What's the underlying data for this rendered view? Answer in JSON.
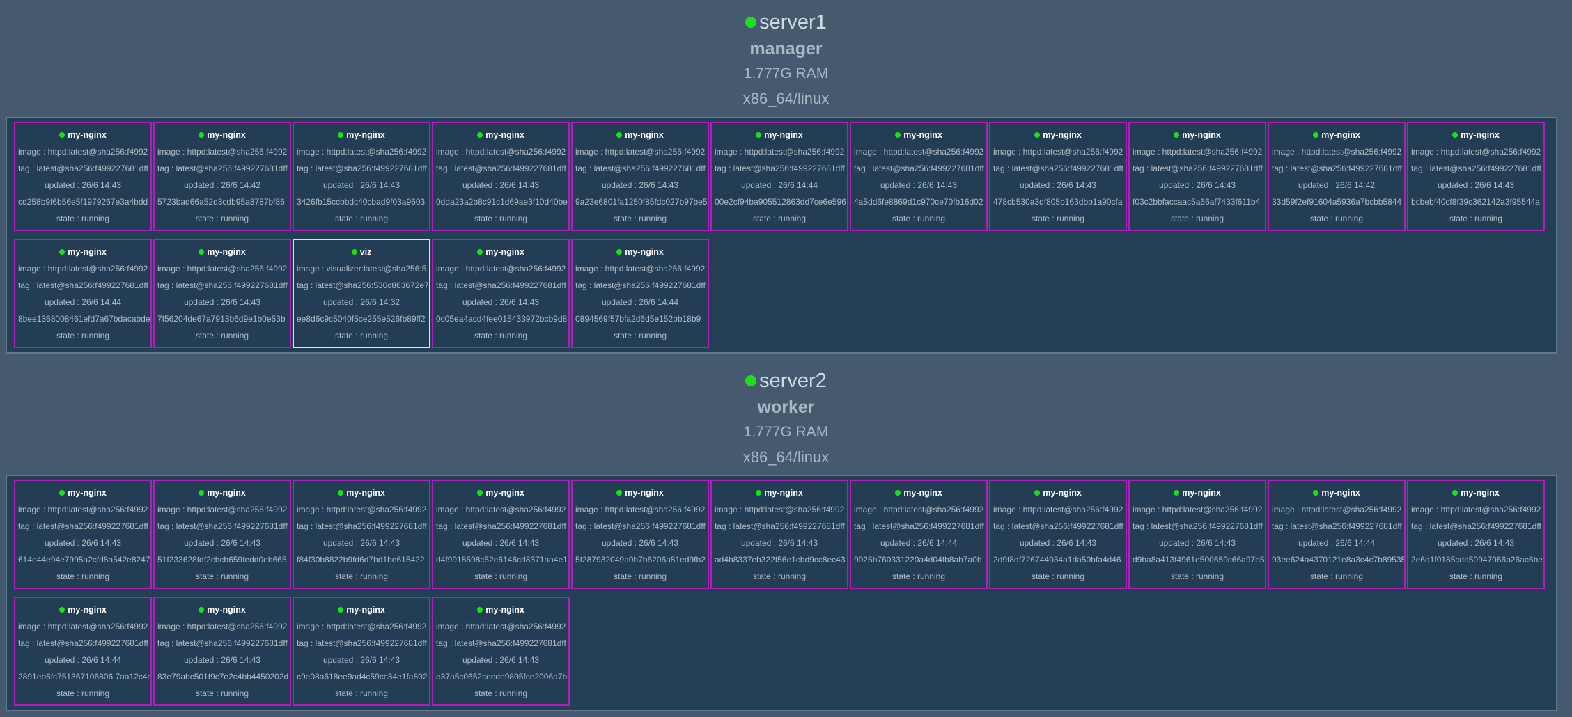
{
  "nodes": [
    {
      "name": "server1",
      "role": "manager",
      "ram": "1.777G RAM",
      "platform": "x86_64/linux",
      "status_color": "#19e219",
      "tasks": [
        {
          "service": "my-nginx",
          "image": "image : httpd:latest@sha256:f4992",
          "tag": "tag : latest@sha256:f499227681dff",
          "updated": "updated : 26/6 14:43",
          "id": "cd258b9f6b56e5f1979267e3a4bdd",
          "state": "state : running"
        },
        {
          "service": "my-nginx",
          "image": "image : httpd:latest@sha256:f4992",
          "tag": "tag : latest@sha256:f499227681dff",
          "updated": "updated : 26/6 14:42",
          "id": "5723bad66a52d3cdb95a8787bf86",
          "state": "state : running"
        },
        {
          "service": "my-nginx",
          "image": "image : httpd:latest@sha256:f4992",
          "tag": "tag : latest@sha256:f499227681dff",
          "updated": "updated : 26/6 14:43",
          "id": "3426fb15ccbbdc40cbad9f03a9603",
          "state": "state : running"
        },
        {
          "service": "my-nginx",
          "image": "image : httpd:latest@sha256:f4992",
          "tag": "tag : latest@sha256:f499227681dff",
          "updated": "updated : 26/6 14:43",
          "id": "0dda23a2b8c91c1d69ae3f10d40be",
          "state": "state : running"
        },
        {
          "service": "my-nginx",
          "image": "image : httpd:latest@sha256:f4992",
          "tag": "tag : latest@sha256:f499227681dff",
          "updated": "updated : 26/6 14:43",
          "id": "9a23e6801fa1250f85fdc027b97be5",
          "state": "state : running"
        },
        {
          "service": "my-nginx",
          "image": "image : httpd:latest@sha256:f4992",
          "tag": "tag : latest@sha256:f499227681dff",
          "updated": "updated : 26/6 14:44",
          "id": "00e2cf94ba905512863dd7ce6e596",
          "state": "state : running"
        },
        {
          "service": "my-nginx",
          "image": "image : httpd:latest@sha256:f4992",
          "tag": "tag : latest@sha256:f499227681dff",
          "updated": "updated : 26/6 14:43",
          "id": "4a5dd6fe8869d1c970ce70fb16d02",
          "state": "state : running"
        },
        {
          "service": "my-nginx",
          "image": "image : httpd:latest@sha256:f4992",
          "tag": "tag : latest@sha256:f499227681dff",
          "updated": "updated : 26/6 14:43",
          "id": "478cb530a3df805b163dbb1a90cfa",
          "state": "state : running"
        },
        {
          "service": "my-nginx",
          "image": "image : httpd:latest@sha256:f4992",
          "tag": "tag : latest@sha256:f499227681dff",
          "updated": "updated : 26/6 14:43",
          "id": "f03c2bbfaccaac5a66af7433f611b4",
          "state": "state : running"
        },
        {
          "service": "my-nginx",
          "image": "image : httpd:latest@sha256:f4992",
          "tag": "tag : latest@sha256:f499227681dff",
          "updated": "updated : 26/6 14:42",
          "id": "33d59f2ef91604a5936a7bcbb5844",
          "state": "state : running"
        },
        {
          "service": "my-nginx",
          "image": "image : httpd:latest@sha256:f4992",
          "tag": "tag : latest@sha256:f499227681dff",
          "updated": "updated : 26/6 14:43",
          "id": "bcbebf40cf8f39c362142a3f95544a",
          "state": "state : running"
        },
        {
          "service": "my-nginx",
          "image": "image : httpd:latest@sha256:f4992",
          "tag": "tag : latest@sha256:f499227681dff",
          "updated": "updated : 26/6 14:44",
          "id": "8bee1368008461efd7a67bdacabde",
          "state": "state : running"
        },
        {
          "service": "my-nginx",
          "image": "image : httpd:latest@sha256:f4992",
          "tag": "tag : latest@sha256:f499227681dff",
          "updated": "updated : 26/6 14:43",
          "id": "7f56204de67a7913b6d9e1b0e53b",
          "state": "state : running"
        },
        {
          "service": "viz",
          "image": "image : visualizer:latest@sha256:5",
          "tag": "tag : latest@sha256:530c863672e7",
          "updated": "updated : 26/6 14:32",
          "id": "ee8d6c9c5040f5ce255e526fb89ff2",
          "state": "state : running",
          "highlight": true
        },
        {
          "service": "my-nginx",
          "image": "image : httpd:latest@sha256:f4992",
          "tag": "tag : latest@sha256:f499227681dff",
          "updated": "updated : 26/6 14:43",
          "id": "0c05ea4acd4fee015433972bcb9d8",
          "state": "state : running"
        },
        {
          "service": "my-nginx",
          "image": "image : httpd:latest@sha256:f4992",
          "tag": "tag : latest@sha256:f499227681dff",
          "updated": "updated : 26/6 14:44",
          "id": "0894569f57bfa2d6d5e152bb18b9",
          "state": "state : running"
        }
      ]
    },
    {
      "name": "server2",
      "role": "worker",
      "ram": "1.777G RAM",
      "platform": "x86_64/linux",
      "status_color": "#19e219",
      "tasks": [
        {
          "service": "my-nginx",
          "image": "image : httpd:latest@sha256:f4992",
          "tag": "tag : latest@sha256:f499227681dff",
          "updated": "updated : 26/6 14:43",
          "id": "614e44e94e7995a2cfd8a542e8247",
          "state": "state : running"
        },
        {
          "service": "my-nginx",
          "image": "image : httpd:latest@sha256:f4992",
          "tag": "tag : latest@sha256:f499227681dff",
          "updated": "updated : 26/6 14:43",
          "id": "51f233628fdf2cbcb659fedd0eb665",
          "state": "state : running"
        },
        {
          "service": "my-nginx",
          "image": "image : httpd:latest@sha256:f4992",
          "tag": "tag : latest@sha256:f499227681dff",
          "updated": "updated : 26/6 14:43",
          "id": "f84f30b8822b9fd6d7bd1be615422",
          "state": "state : running"
        },
        {
          "service": "my-nginx",
          "image": "image : httpd:latest@sha256:f4992",
          "tag": "tag : latest@sha256:f499227681dff",
          "updated": "updated : 26/6 14:43",
          "id": "d4f9918598c52e6146cd8371aa4e1",
          "state": "state : running"
        },
        {
          "service": "my-nginx",
          "image": "image : httpd:latest@sha256:f4992",
          "tag": "tag : latest@sha256:f499227681dff",
          "updated": "updated : 26/6 14:43",
          "id": "5f287932049a0b7b6206a81ed9fb2",
          "state": "state : running"
        },
        {
          "service": "my-nginx",
          "image": "image : httpd:latest@sha256:f4992",
          "tag": "tag : latest@sha256:f499227681dff",
          "updated": "updated : 26/6 14:43",
          "id": "ad4b8337eb322f56e1cbd9cc8ec43",
          "state": "state : running"
        },
        {
          "service": "my-nginx",
          "image": "image : httpd:latest@sha256:f4992",
          "tag": "tag : latest@sha256:f499227681dff",
          "updated": "updated : 26/6 14:44",
          "id": "9025b760331220a4d04fb8ab7a0b",
          "state": "state : running"
        },
        {
          "service": "my-nginx",
          "image": "image : httpd:latest@sha256:f4992",
          "tag": "tag : latest@sha256:f499227681dff",
          "updated": "updated : 26/6 14:43",
          "id": "2d9f8df726744034a1da50bfa4d46",
          "state": "state : running"
        },
        {
          "service": "my-nginx",
          "image": "image : httpd:latest@sha256:f4992",
          "tag": "tag : latest@sha256:f499227681dff",
          "updated": "updated : 26/6 14:43",
          "id": "d9ba8a413f4961e500659c66a97b5",
          "state": "state : running"
        },
        {
          "service": "my-nginx",
          "image": "image : httpd:latest@sha256:f4992",
          "tag": "tag : latest@sha256:f499227681dff",
          "updated": "updated : 26/6 14:44",
          "id": "93ee624a4370121e8a3c4c7b89535",
          "state": "state : running"
        },
        {
          "service": "my-nginx",
          "image": "image : httpd:latest@sha256:f4992",
          "tag": "tag : latest@sha256:f499227681dff",
          "updated": "updated : 26/6 14:43",
          "id": "2e6d1f0185cdd50947066b26ac6be",
          "state": "state : running"
        },
        {
          "service": "my-nginx",
          "image": "image : httpd:latest@sha256:f4992",
          "tag": "tag : latest@sha256:f499227681dff",
          "updated": "updated : 26/6 14:44",
          "id": "2891eb6fc751367106806 7aa12c4c",
          "state": "state : running"
        },
        {
          "service": "my-nginx",
          "image": "image : httpd:latest@sha256:f4992",
          "tag": "tag : latest@sha256:f499227681dff",
          "updated": "updated : 26/6 14:43",
          "id": "83e79abc501f9c7e2c4bb4450202d",
          "state": "state : running"
        },
        {
          "service": "my-nginx",
          "image": "image : httpd:latest@sha256:f4992",
          "tag": "tag : latest@sha256:f499227681dff",
          "updated": "updated : 26/6 14:43",
          "id": "c9e08a618ee9ad4c59cc34e1fa802",
          "state": "state : running"
        },
        {
          "service": "my-nginx",
          "image": "image : httpd:latest@sha256:f4992",
          "tag": "tag : latest@sha256:f499227681dff",
          "updated": "updated : 26/6 14:43",
          "id": "e37a5c0652ceede9805fce2006a7b",
          "state": "state : running"
        }
      ]
    }
  ]
}
